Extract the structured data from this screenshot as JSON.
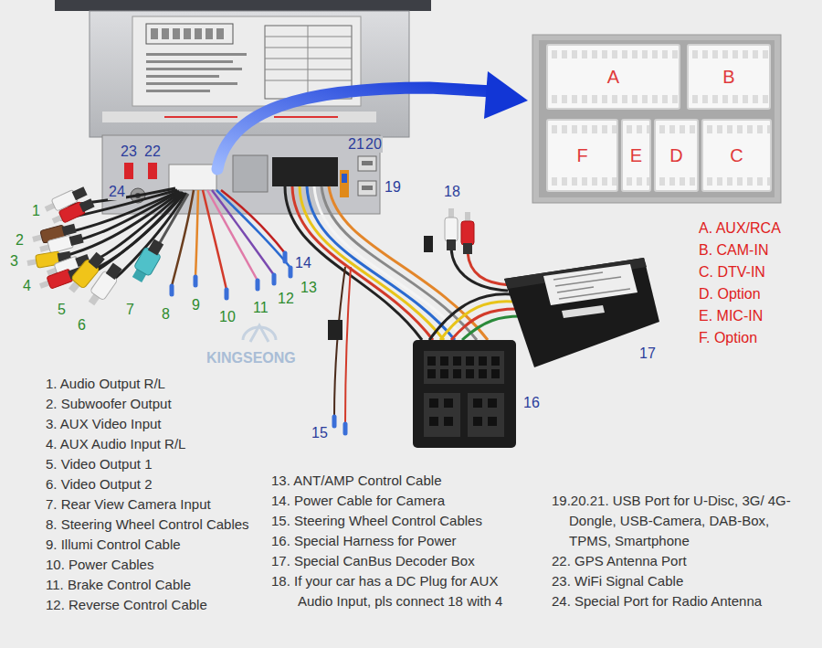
{
  "diagram": {
    "nodes": [
      {
        "text": [
          "A"
        ]
      },
      {
        "text": [
          "B"
        ]
      },
      {
        "text": [
          "F"
        ]
      },
      {
        "text": [
          "E"
        ]
      },
      {
        "text": [
          "D"
        ]
      },
      {
        "text": [
          "C"
        ]
      }
    ],
    "labels": [
      "23",
      "22",
      "21",
      "20",
      "24",
      "19",
      "18",
      "1",
      "2",
      "3",
      "4",
      "5",
      "6",
      "7",
      "8",
      "9",
      "10",
      "11",
      "12",
      "13",
      "14",
      "15",
      "16",
      "17",
      "KINGSEONG",
      "1. Audio Output R/L",
      "2. Subwoofer Output",
      "3. AUX Video Input",
      "4. AUX Audio Input R/L",
      "5. Video Output 1",
      "6. Video Output 2",
      "7. Rear View Camera Input",
      "8. Steering Wheel Control Cables",
      "9. Illumi Control Cable",
      "10. Power Cables",
      "11. Brake Control Cable",
      "12. Reverse Control Cable",
      "13. ANT/AMP Control Cable",
      "14. Power Cable for Camera",
      "15. Steering Wheel Control Cables",
      "16. Special Harness for Power",
      "17. Special CanBus Decoder Box",
      "18. If your car has a DC Plug for AUX Audio Input, pls connect 18 with 4",
      "19.20.21. USB Port for U-Disc, 3G/ 4G-Dongle, USB-Camera, DAB-Box, TPMS, Smartphone",
      "22. GPS Antenna Port",
      "23. WiFi Signal Cable",
      "24. Special Port for Radio Antenna",
      "A. AUX/RCA",
      "B. CAM-IN",
      "C. DTV-IN",
      "D. Option",
      "E. MIC-IN",
      "F. Option"
    ]
  }
}
